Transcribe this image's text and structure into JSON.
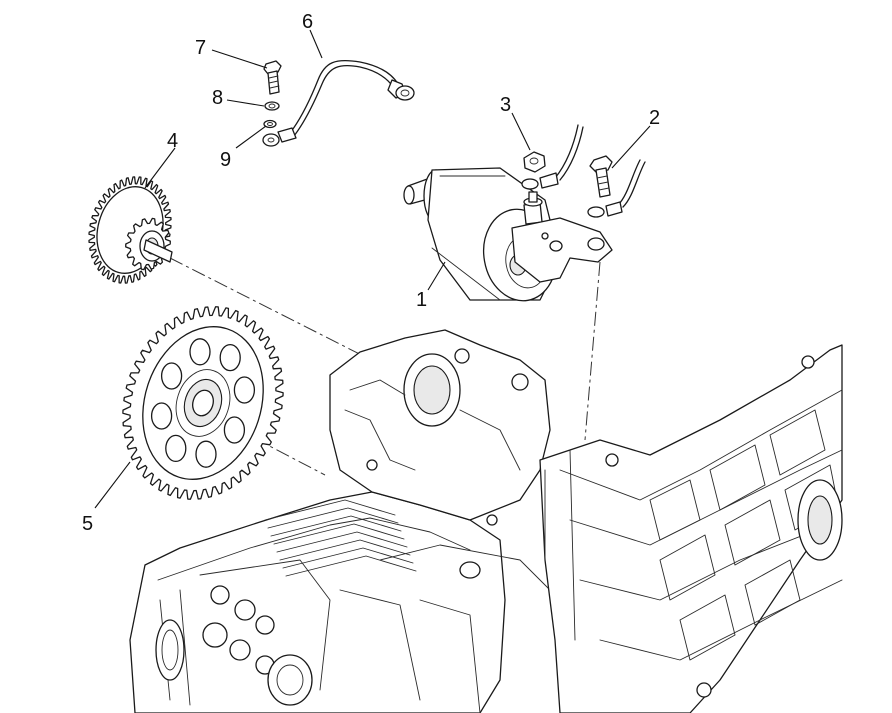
{
  "diagram": {
    "callouts": {
      "c1": "1",
      "c2": "2",
      "c3": "3",
      "c4": "4",
      "c5": "5",
      "c6": "6",
      "c7": "7",
      "c8": "8",
      "c9": "9"
    },
    "colors": {
      "line": "#1a1a1a",
      "background": "#ffffff"
    }
  }
}
